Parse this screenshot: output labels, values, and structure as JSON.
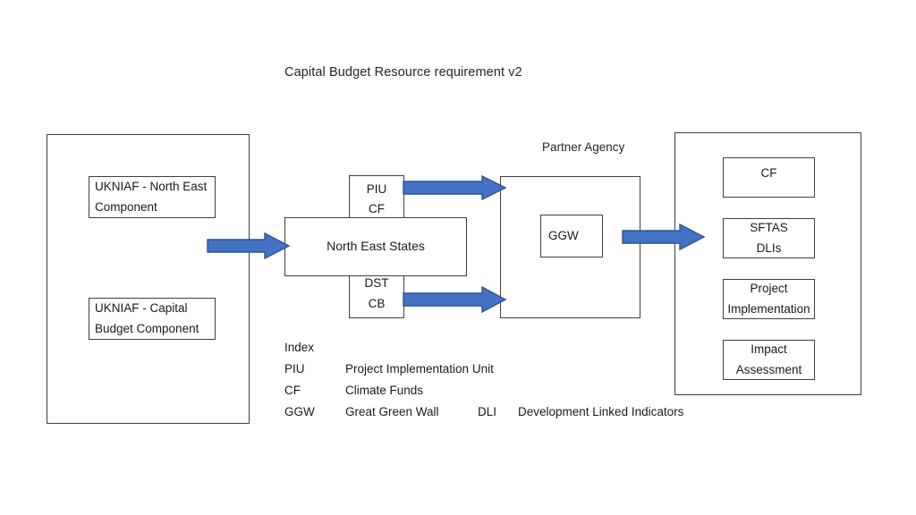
{
  "title": "Capital Budget Resource requirement v2",
  "colors": {
    "arrow_fill": "#4472C4",
    "arrow_stroke": "#2F528F",
    "box_border": "#3f3f3f",
    "text": "#1a1a1a",
    "background": "#ffffff"
  },
  "groups": {
    "ukniaf_container": {
      "name": "UKNIAF container"
    },
    "partner_agency": {
      "label": "Partner Agency"
    },
    "outputs_container": {
      "name": "Outputs container"
    }
  },
  "nodes": {
    "ukniaf_north_east": {
      "line1": "UKNIAF - North East",
      "line2": "Component"
    },
    "ukniaf_capital_budget": {
      "line1": "UKNIAF - Capital",
      "line2": "Budget Component"
    },
    "piu_cf": {
      "line1": "PIU",
      "line2": "CF"
    },
    "north_east_states": {
      "label": "North East States"
    },
    "dst_cb": {
      "line1": "DST",
      "line2": "CB"
    },
    "ggw": {
      "label": "GGW"
    },
    "cf": {
      "label": "CF"
    },
    "sftas_dlis": {
      "line1": "SFTAS",
      "line2": "DLIs"
    },
    "project_implementation": {
      "line1": "Project",
      "line2": "Implementation"
    },
    "impact_assessment": {
      "line1": "Impact",
      "line2": "Assessment"
    }
  },
  "arrows": [
    {
      "name": "ukniaf-to-north-east-states",
      "from": "ukniaf_container",
      "to": "north_east_states"
    },
    {
      "name": "piu-cf-to-partner-agency",
      "from": "piu_cf",
      "to": "partner_agency"
    },
    {
      "name": "dst-cb-to-partner-agency",
      "from": "dst_cb",
      "to": "partner_agency"
    },
    {
      "name": "partner-agency-to-outputs",
      "from": "partner_agency",
      "to": "outputs_container"
    }
  ],
  "legend": {
    "heading": "Index",
    "rows": [
      {
        "abbr": "PIU",
        "full": "Project Implementation Unit",
        "abbr2": "",
        "full2": ""
      },
      {
        "abbr": "CF",
        "full": "Climate Funds",
        "abbr2": "",
        "full2": ""
      },
      {
        "abbr": "GGW",
        "full": "Great Green Wall",
        "abbr2": "DLI",
        "full2": "Development Linked Indicators"
      }
    ]
  }
}
